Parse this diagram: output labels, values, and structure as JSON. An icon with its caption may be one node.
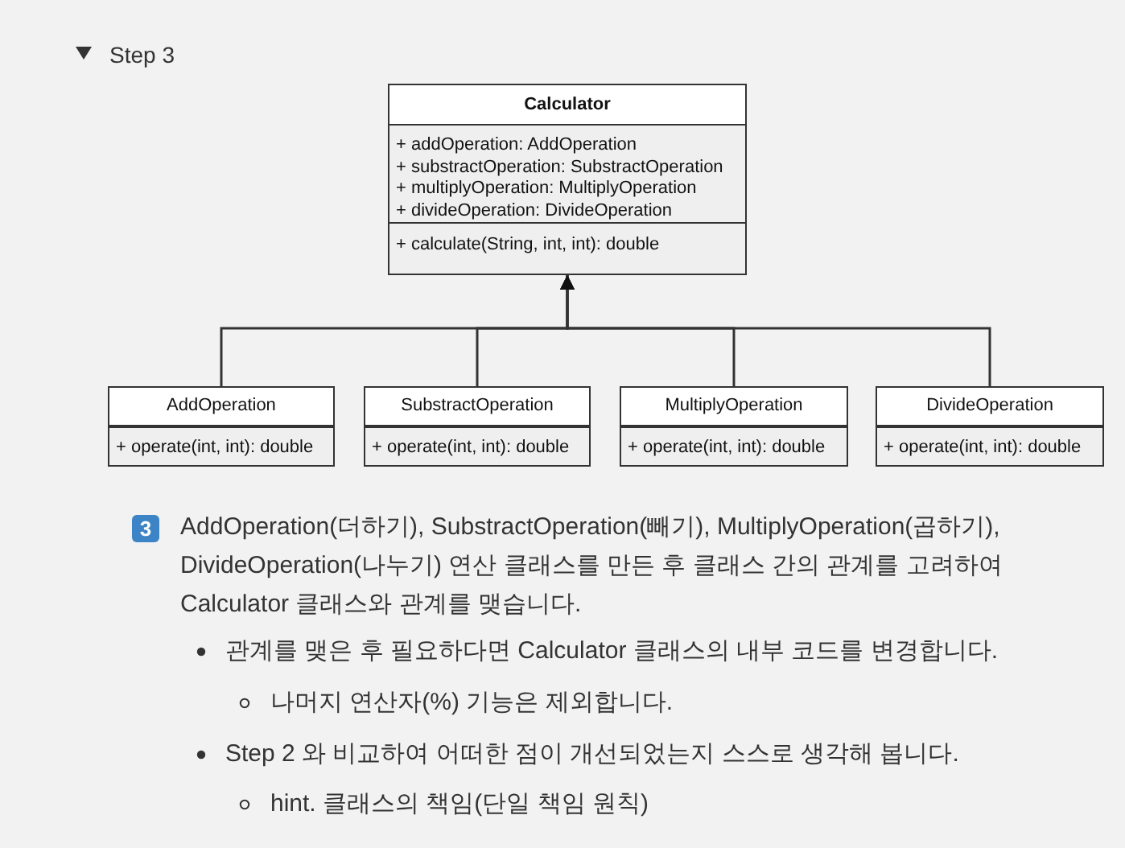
{
  "diagram": {
    "title": "Step 3",
    "nodes": [
      {
        "text": [
          "Calculator",
          "+ addOperation: AddOperation",
          "+ substractOperation: SubstractOperation",
          "+ multiplyOperation: MultiplyOperation",
          "+ divideOperation: DivideOperation",
          "+ calculate(String, int, int): double"
        ]
      },
      {
        "text": [
          "AddOperation",
          "+ operate(int, int): double"
        ]
      },
      {
        "text": [
          "SubstractOperation",
          "+ operate(int, int): double"
        ]
      },
      {
        "text": [
          "MultiplyOperation",
          "+ operate(int, int): double"
        ]
      },
      {
        "text": [
          "DivideOperation",
          "+ operate(int, int): double"
        ]
      }
    ],
    "edges": [
      {
        "from": 1,
        "to": 0,
        "arrow": "to"
      },
      {
        "from": 2,
        "to": 0,
        "arrow": "to"
      },
      {
        "from": 3,
        "to": 0,
        "arrow": "to"
      },
      {
        "from": 4,
        "to": 0,
        "arrow": "to"
      }
    ],
    "labels": [
      "3",
      "AddOperation(더하기), SubstractOperation(빼기), MultiplyOperation(곱하기), DivideOperation(나누기) 연산 클래스를 만든 후 클래스 간의 관계를 고려하여 Calculator 클래스와 관계를 맺습니다.",
      "관계를 맺은 후 필요하다면 Calculator 클래스의 내부 코드를 변경합니다.",
      "나머지 연산자(%) 기능은 제외합니다.",
      "Step 2 와 비교하여 어떠한 점이 개선되었는지 스스로 생각해 봅니다.",
      "hint. 클래스의 책임(단일 책임 원칙)"
    ]
  }
}
